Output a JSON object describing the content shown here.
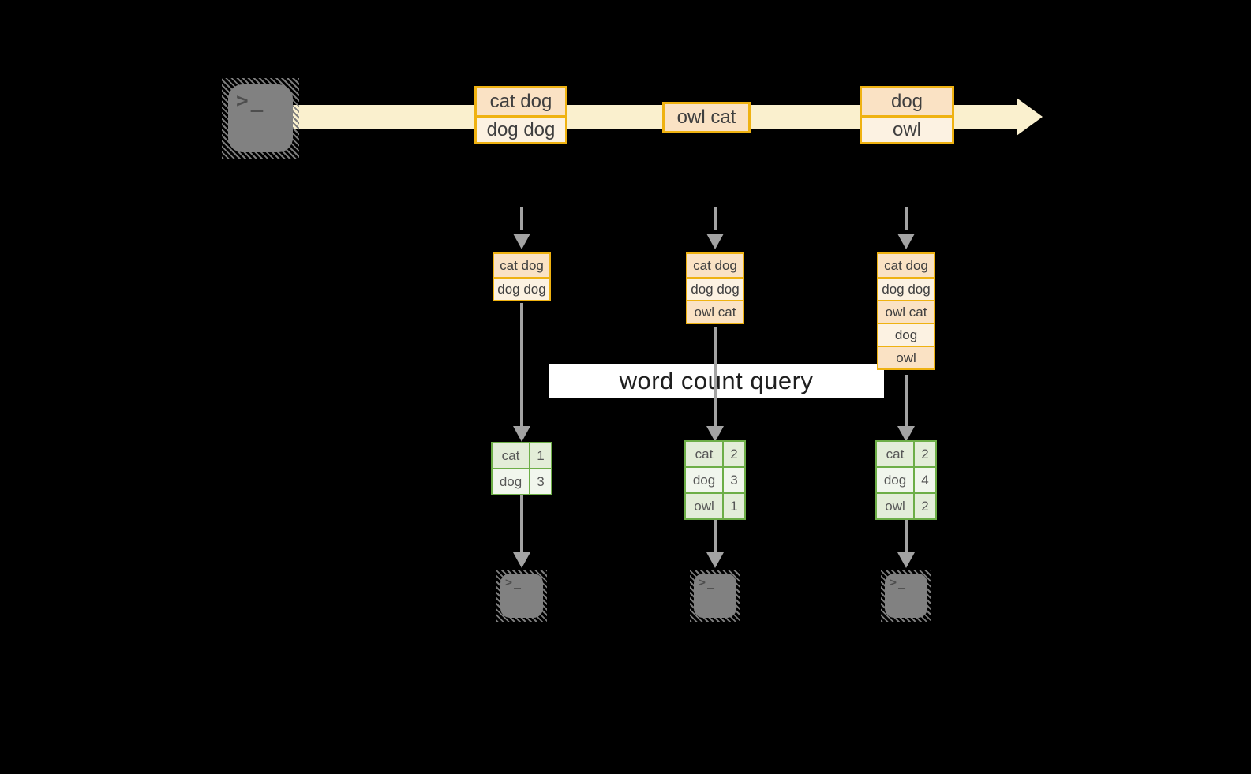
{
  "query_label": "word count query",
  "icons": {
    "terminal_glyph": ">_"
  },
  "colors": {
    "background": "#000000",
    "stream_band": "#FAF0CE",
    "record_border": "#EFB211",
    "record_fill_dark": "#FAE2C4",
    "record_fill_light": "#FCF2E2",
    "table_border_green": "#6DAE47",
    "table_fill_dark": "#E3EDD8",
    "table_fill_light": "#F1F6ED",
    "arrow_gray": "#A3A3A3",
    "label_band": "#FFFFFF",
    "terminal_gray": "#818181"
  },
  "stream": {
    "batches": [
      {
        "rows": [
          "cat dog",
          "dog dog"
        ]
      },
      {
        "rows": [
          "owl cat"
        ]
      },
      {
        "rows": [
          "dog",
          "owl"
        ]
      }
    ]
  },
  "columns": [
    {
      "input_rows": [
        "cat dog",
        "dog dog"
      ],
      "result": [
        {
          "word": "cat",
          "count": "1"
        },
        {
          "word": "dog",
          "count": "3"
        }
      ]
    },
    {
      "input_rows": [
        "cat dog",
        "dog dog",
        "owl cat"
      ],
      "result": [
        {
          "word": "cat",
          "count": "2"
        },
        {
          "word": "dog",
          "count": "3"
        },
        {
          "word": "owl",
          "count": "1"
        }
      ]
    },
    {
      "input_rows": [
        "cat dog",
        "dog dog",
        "owl cat",
        "dog",
        "owl"
      ],
      "result": [
        {
          "word": "cat",
          "count": "2"
        },
        {
          "word": "dog",
          "count": "4"
        },
        {
          "word": "owl",
          "count": "2"
        }
      ]
    }
  ]
}
